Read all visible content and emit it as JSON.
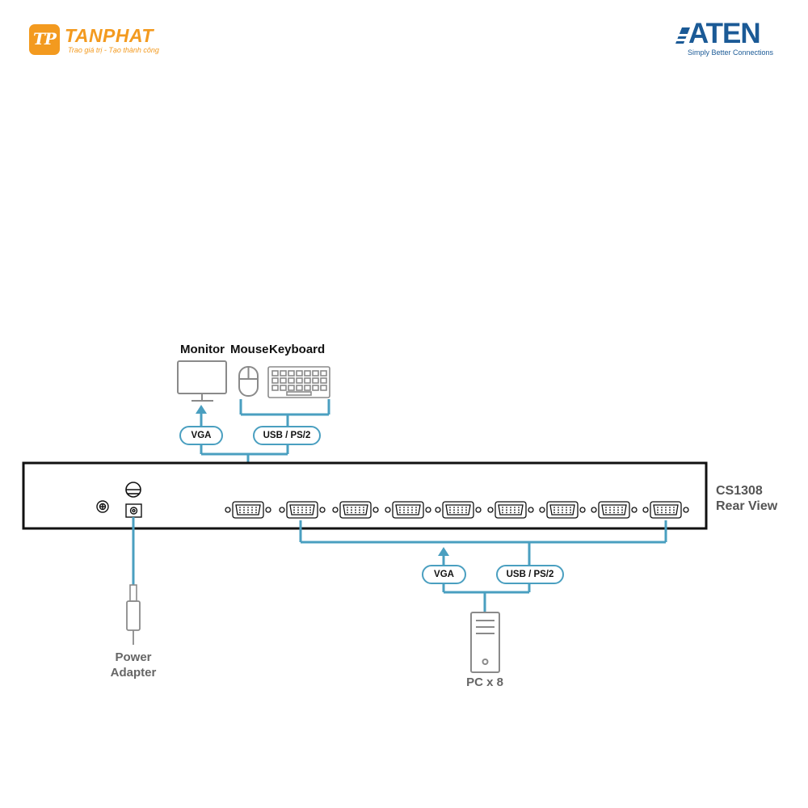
{
  "brand_left": {
    "name": "TANPHAT",
    "tagline": "Trao giá trị - Tạo thành công",
    "mark": "TP"
  },
  "brand_right": {
    "name": "ATEN",
    "tagline": "Simply Better Connections"
  },
  "peripherals": {
    "monitor_label": "Monitor",
    "mouse_label": "Mouse",
    "keyboard_label": "Keyboard"
  },
  "console_ports": {
    "vga_label": "VGA",
    "usb_ps2_label": "USB / PS/2"
  },
  "device": {
    "model": "CS1308",
    "view": "Rear View",
    "computer_port_count": 8
  },
  "computer_ports": {
    "vga_label": "VGA",
    "usb_ps2_label": "USB / PS/2"
  },
  "power": {
    "line1": "Power",
    "line2": "Adapter"
  },
  "pc": {
    "label": "PC x 8"
  },
  "colors": {
    "cable": "#4a9fc0",
    "device_outline": "#111111",
    "icon_gray": "#8a8a8a",
    "brand_orange": "#f39a1f",
    "brand_blue": "#1b5a96"
  }
}
